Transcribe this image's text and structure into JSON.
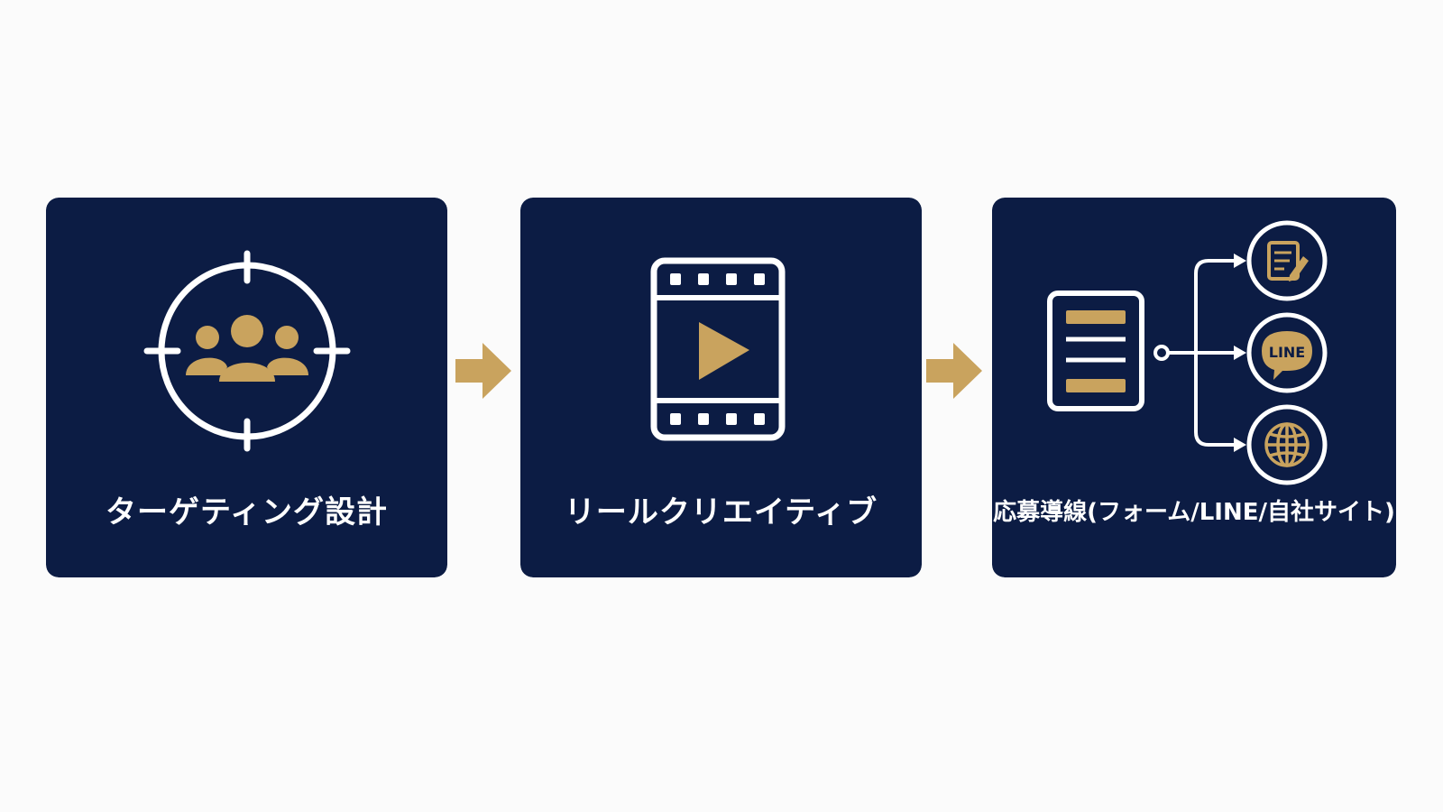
{
  "colors": {
    "background": "#fbfbfb",
    "card": "#0c1c44",
    "gold": "#c9a35e",
    "white": "#ffffff"
  },
  "steps": [
    {
      "label": "ターゲティング設計",
      "icon": "target-audience-icon"
    },
    {
      "label": "リールクリエイティブ",
      "icon": "film-play-icon"
    },
    {
      "label": "応募導線(フォーム/LINE/自社サイト)",
      "icon": "branching-funnel-icon"
    }
  ],
  "channels": {
    "form_icon": "form-pen-icon",
    "line_label": "LINE",
    "web_icon": "globe-icon"
  },
  "arrows": [
    "right-arrow-icon",
    "right-arrow-icon"
  ]
}
